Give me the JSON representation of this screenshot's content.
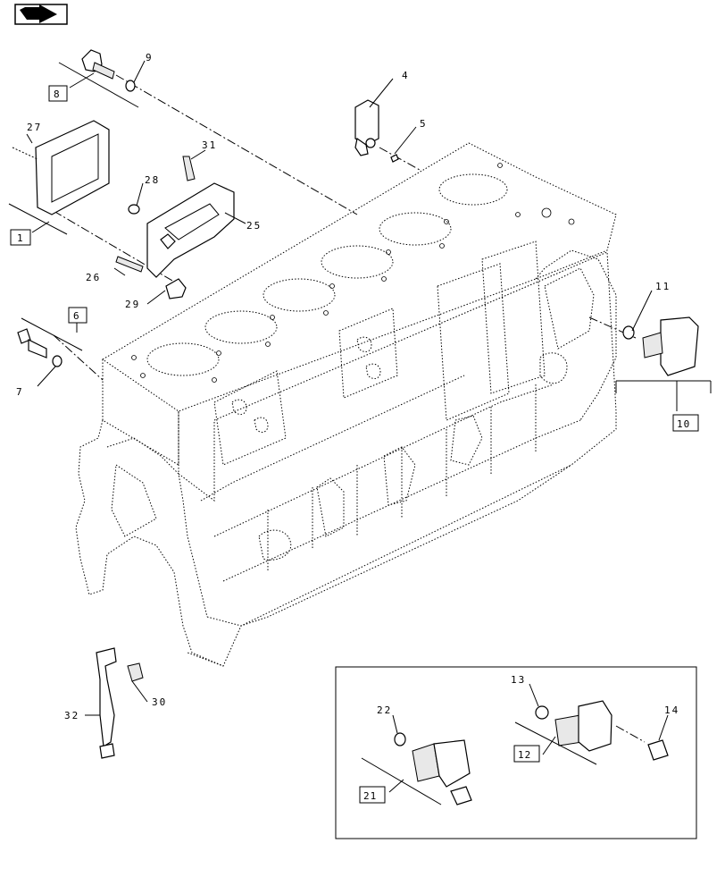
{
  "nav_icon": "next-page-arrow-icon",
  "labels": {
    "l1": "1",
    "l4": "4",
    "l5": "5",
    "l6": "6",
    "l7": "7",
    "l8": "8",
    "l9": "9",
    "l10": "10",
    "l11": "11",
    "l12": "12",
    "l13": "13",
    "l14": "14",
    "l21": "21",
    "l22": "22",
    "l25": "25",
    "l26": "26",
    "l27": "27",
    "l28": "28",
    "l29": "29",
    "l30": "30",
    "l31": "31",
    "l32": "32"
  }
}
